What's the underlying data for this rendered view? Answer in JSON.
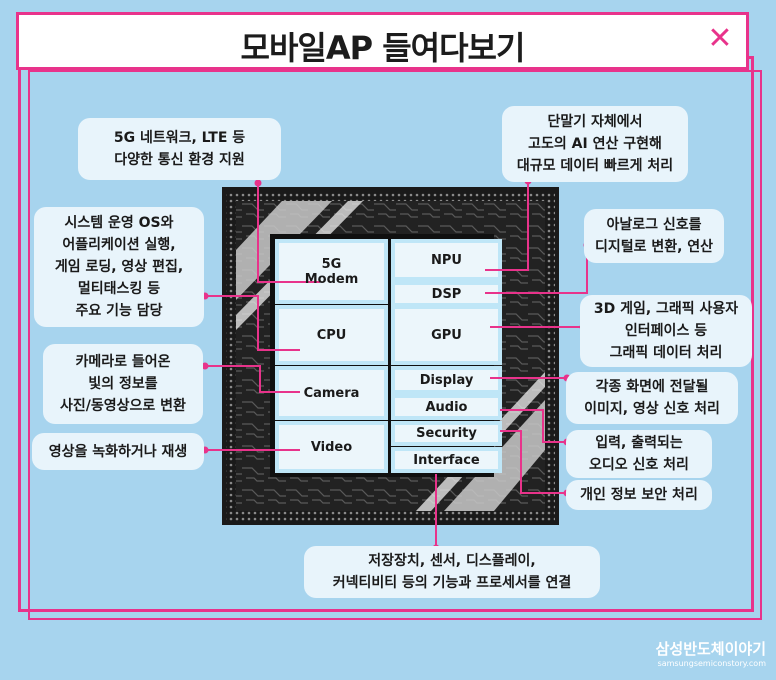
{
  "title": "모바일AP 들여다보기",
  "close_icon": "close-icon",
  "colors": {
    "accent": "#e8338b",
    "background": "#a7d4ee",
    "label_bg": "#e8f4fb"
  },
  "blocks": {
    "modem": "5G\nModem",
    "npu": "NPU",
    "dsp": "DSP",
    "cpu": "CPU",
    "gpu": "GPU",
    "camera": "Camera",
    "display": "Display",
    "audio": "Audio",
    "video": "Video",
    "security": "Security",
    "interface": "Interface"
  },
  "annotations": {
    "modem": "5G 네트워크, LTE 등\n다양한 통신 환경 지원",
    "cpu": "시스템 운영 OS와\n어플리케이션 실행,\n게임 로딩, 영상 편집,\n멀티태스킹 등\n주요 기능 담당",
    "camera": "카메라로 들어온\n빛의 정보를\n사진/동영상으로 변환",
    "video": "영상을 녹화하거나 재생",
    "npu": "단말기 자체에서\n고도의 AI 연산 구현해\n대규모 데이터 빠르게 처리",
    "dsp": "아날로그 신호를\n디지털로 변환, 연산",
    "gpu": "3D 게임, 그래픽 사용자\n인터페이스 등\n그래픽 데이터 처리",
    "display": "각종 화면에 전달될\n이미지, 영상 신호 처리",
    "audio": "입력, 출력되는\n오디오 신호 처리",
    "security": "개인 정보 보안 처리",
    "interface": "저장장치, 센서, 디스플레이,\n커넥티비티 등의 기능과 프로세서를 연결"
  },
  "watermark": {
    "name": "삼성반도체이야기",
    "url": "samsungsemiconstory.com"
  }
}
